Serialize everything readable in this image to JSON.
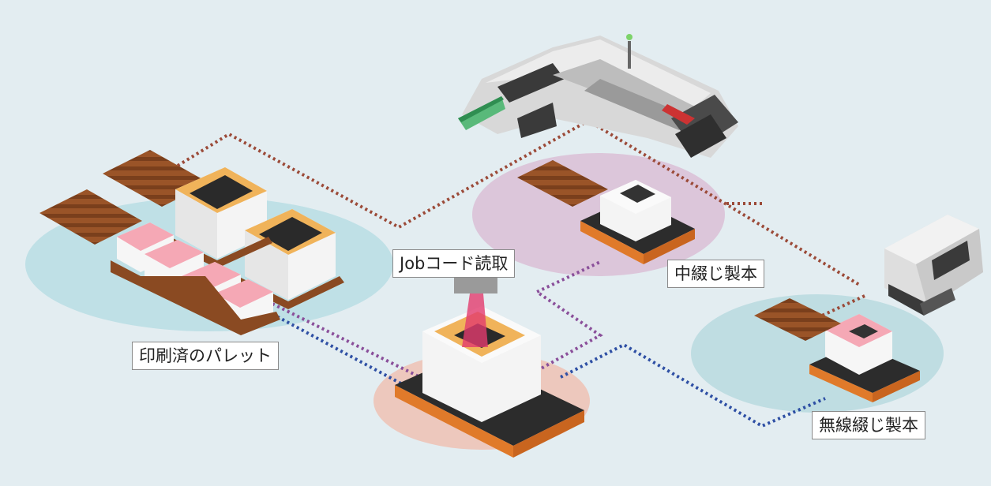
{
  "labels": {
    "printed_pallets": "印刷済のパレット",
    "job_code_read": "Jobコード読取",
    "saddle_stitch": "中綴じ製本",
    "perfect_binding": "無線綴じ製本"
  },
  "colors": {
    "background": "#e3edf1",
    "pallet_zone": "#bfe0e6",
    "saddle_zone": "#dcc6da",
    "reader_zone": "#edc8bd",
    "binding_zone": "#bfdde2",
    "route_brown": "#9b4a38",
    "route_purple": "#8a4f9a",
    "route_blue": "#2e4fa4",
    "agv_orange": "#e07a2a",
    "agv_body": "#2c2c2c",
    "pallet_wood": "#8a4a22",
    "scanner_beam": "#e23b6e"
  }
}
